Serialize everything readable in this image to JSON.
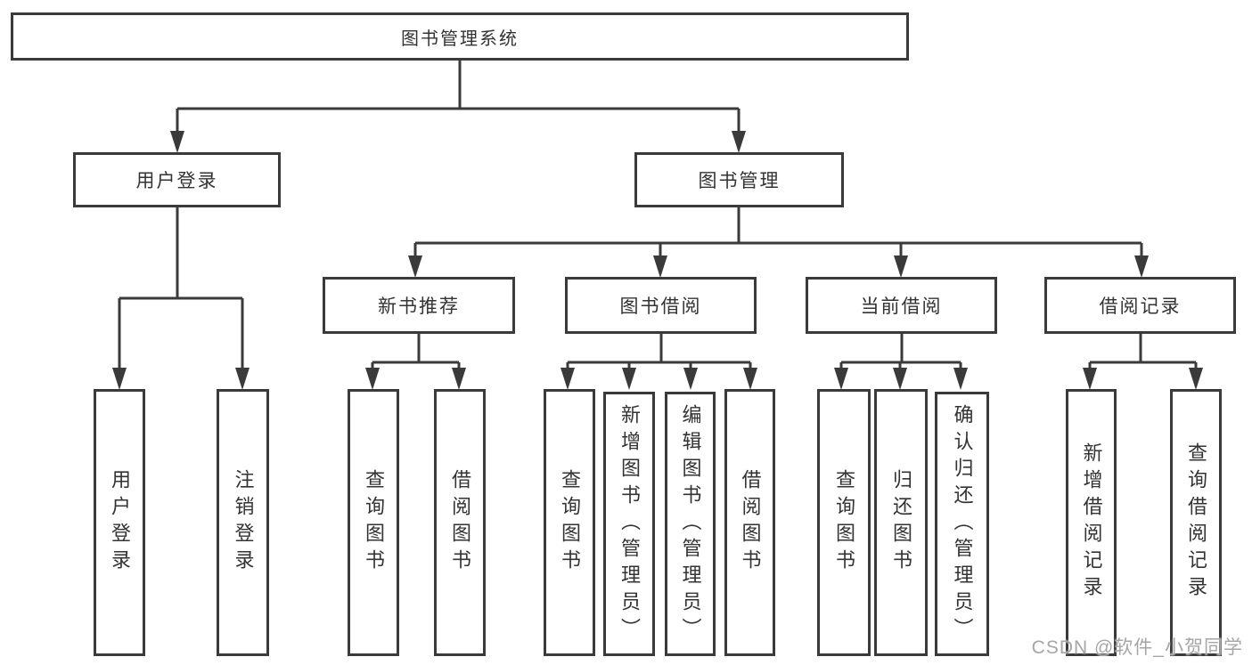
{
  "diagram": {
    "root": {
      "label": "图书管理系统"
    },
    "branches": [
      {
        "label": "用户登录",
        "children": [
          {
            "label": "用户登录"
          },
          {
            "label": "注销登录"
          }
        ]
      },
      {
        "label": "图书管理",
        "children": [
          {
            "label": "新书推荐",
            "children": [
              {
                "label": "查询图书"
              },
              {
                "label": "借阅图书"
              }
            ]
          },
          {
            "label": "图书借阅",
            "children": [
              {
                "label": "查询图书"
              },
              {
                "label": "新增图书（管理员）"
              },
              {
                "label": "编辑图书（管理员）"
              },
              {
                "label": "借阅图书"
              }
            ]
          },
          {
            "label": "当前借阅",
            "children": [
              {
                "label": "查询图书"
              },
              {
                "label": "归还图书"
              },
              {
                "label": "确认归还（管理员）"
              }
            ]
          },
          {
            "label": "借阅记录",
            "children": [
              {
                "label": "新增借阅记录"
              },
              {
                "label": "查询借阅记录"
              }
            ]
          }
        ]
      }
    ]
  },
  "watermark": "CSDN @软件_小贺同学",
  "colors": {
    "line": "#3a3a3a",
    "text": "#333333",
    "background": "#ffffff",
    "watermark": "#a6a6a6"
  }
}
